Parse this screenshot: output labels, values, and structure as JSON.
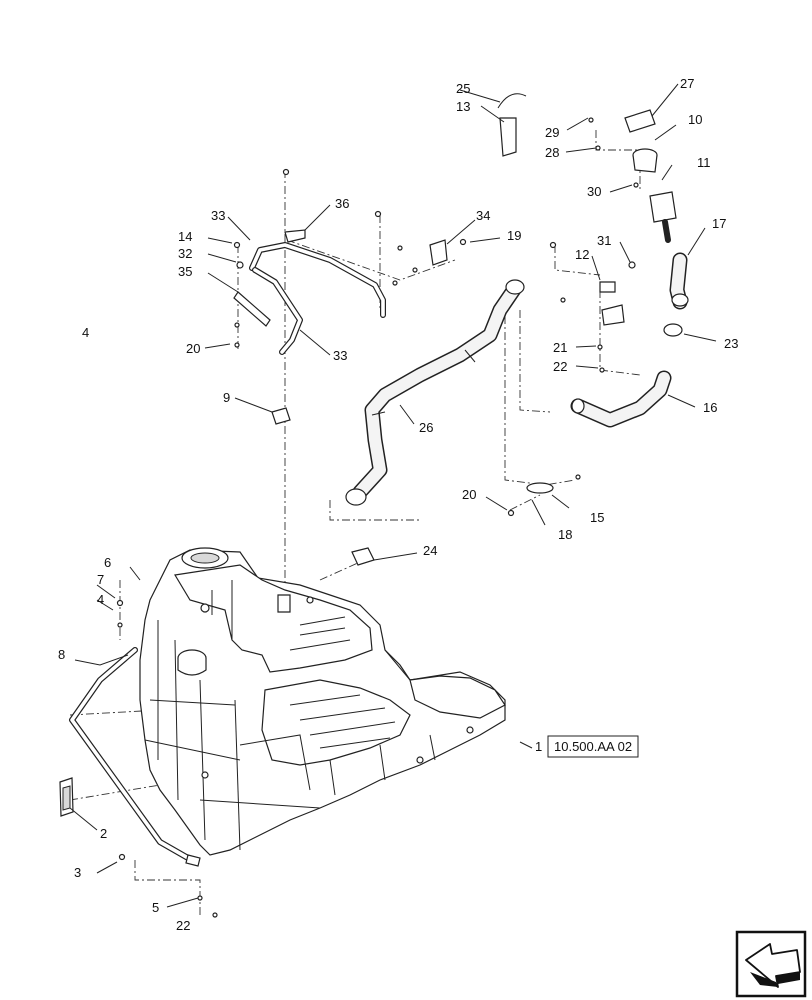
{
  "callouts": [
    {
      "id": "c1",
      "text": "1"
    },
    {
      "id": "c2",
      "text": "2"
    },
    {
      "id": "c3",
      "text": "3"
    },
    {
      "id": "c4a",
      "text": "4"
    },
    {
      "id": "c4b",
      "text": "4"
    },
    {
      "id": "c5",
      "text": "5"
    },
    {
      "id": "c6",
      "text": "6"
    },
    {
      "id": "c7",
      "text": "7"
    },
    {
      "id": "c8",
      "text": "8"
    },
    {
      "id": "c9",
      "text": "9"
    },
    {
      "id": "c10",
      "text": "10"
    },
    {
      "id": "c11",
      "text": "11"
    },
    {
      "id": "c12",
      "text": "12"
    },
    {
      "id": "c13",
      "text": "13"
    },
    {
      "id": "c14",
      "text": "14"
    },
    {
      "id": "c15",
      "text": "15"
    },
    {
      "id": "c16",
      "text": "16"
    },
    {
      "id": "c17",
      "text": "17"
    },
    {
      "id": "c18",
      "text": "18"
    },
    {
      "id": "c19",
      "text": "19"
    },
    {
      "id": "c20a",
      "text": "20"
    },
    {
      "id": "c20b",
      "text": "20"
    },
    {
      "id": "c21",
      "text": "21"
    },
    {
      "id": "c22a",
      "text": "22"
    },
    {
      "id": "c22b",
      "text": "22"
    },
    {
      "id": "c23",
      "text": "23"
    },
    {
      "id": "c24",
      "text": "24"
    },
    {
      "id": "c25",
      "text": "25"
    },
    {
      "id": "c26",
      "text": "26"
    },
    {
      "id": "c27",
      "text": "27"
    },
    {
      "id": "c28",
      "text": "28"
    },
    {
      "id": "c29",
      "text": "29"
    },
    {
      "id": "c30",
      "text": "30"
    },
    {
      "id": "c31",
      "text": "31"
    },
    {
      "id": "c32",
      "text": "32"
    },
    {
      "id": "c33a",
      "text": "33"
    },
    {
      "id": "c33b",
      "text": "33"
    },
    {
      "id": "c34",
      "text": "34"
    },
    {
      "id": "c35",
      "text": "35"
    },
    {
      "id": "c36",
      "text": "36"
    }
  ],
  "reference": {
    "text": "10.500.AA 02"
  },
  "icons": {
    "navigation": "return-arrow-icon"
  }
}
